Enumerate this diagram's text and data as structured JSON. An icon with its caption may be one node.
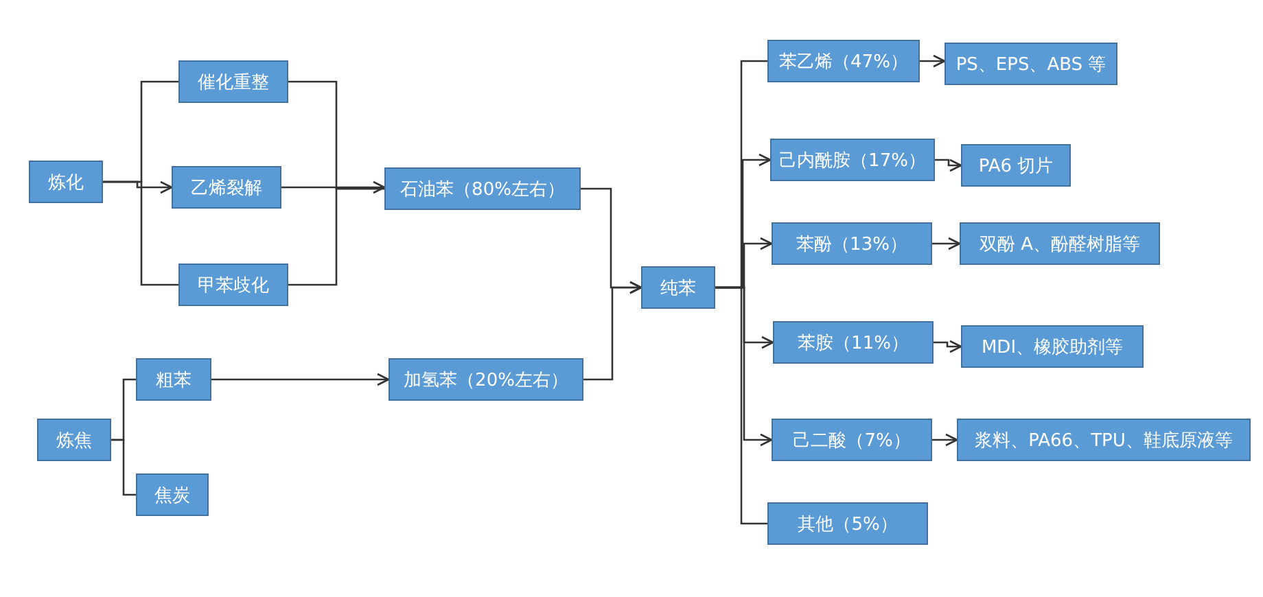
{
  "diagram": {
    "nodes": [
      {
        "text": [
          "炼化"
        ]
      },
      {
        "text": [
          "催化重整"
        ]
      },
      {
        "text": [
          "乙烯裂解"
        ]
      },
      {
        "text": [
          "甲苯歧化"
        ]
      },
      {
        "text": [
          "石油苯（80%左右）"
        ]
      },
      {
        "text": [
          "粗苯"
        ]
      },
      {
        "text": [
          "炼焦"
        ]
      },
      {
        "text": [
          "焦炭"
        ]
      },
      {
        "text": [
          "加氢苯（20%左右）"
        ]
      },
      {
        "text": [
          "纯苯"
        ]
      },
      {
        "text": [
          "苯乙烯（47%）"
        ]
      },
      {
        "text": [
          "PS、EPS、ABS 等"
        ]
      },
      {
        "text": [
          "己内酰胺（17%）"
        ]
      },
      {
        "text": [
          "PA6 切片"
        ]
      },
      {
        "text": [
          "苯酚（13%）"
        ]
      },
      {
        "text": [
          "双酚 A、酚醛树脂等"
        ]
      },
      {
        "text": [
          "苯胺（11%）"
        ]
      },
      {
        "text": [
          "MDI、橡胶助剂等"
        ]
      },
      {
        "text": [
          "己二酸（7%）"
        ]
      },
      {
        "text": [
          "浆料、PA66、TPU、鞋底原液等"
        ]
      },
      {
        "text": [
          "其他（5%）"
        ]
      }
    ],
    "edges": [
      {
        "from": 0,
        "to": 1,
        "arrow": "none"
      },
      {
        "from": 0,
        "to": 2,
        "arrow": "to"
      },
      {
        "from": 0,
        "to": 3,
        "arrow": "none"
      },
      {
        "from": 1,
        "to": 4,
        "arrow": "none"
      },
      {
        "from": 2,
        "to": 4,
        "arrow": "to"
      },
      {
        "from": 3,
        "to": 4,
        "arrow": "none"
      },
      {
        "from": 6,
        "to": 5,
        "arrow": "none"
      },
      {
        "from": 6,
        "to": 7,
        "arrow": "none"
      },
      {
        "from": 5,
        "to": 8,
        "arrow": "to"
      },
      {
        "from": 4,
        "to": 9,
        "arrow": "to"
      },
      {
        "from": 8,
        "to": 9,
        "arrow": "to"
      },
      {
        "from": 9,
        "to": 10,
        "arrow": "none"
      },
      {
        "from": 9,
        "to": 12,
        "arrow": "to"
      },
      {
        "from": 9,
        "to": 14,
        "arrow": "to"
      },
      {
        "from": 9,
        "to": 16,
        "arrow": "to"
      },
      {
        "from": 9,
        "to": 18,
        "arrow": "to"
      },
      {
        "from": 9,
        "to": 20,
        "arrow": "none"
      },
      {
        "from": 10,
        "to": 11,
        "arrow": "to"
      },
      {
        "from": 12,
        "to": 13,
        "arrow": "to"
      },
      {
        "from": 14,
        "to": 15,
        "arrow": "to"
      },
      {
        "from": 16,
        "to": 17,
        "arrow": "to"
      },
      {
        "from": 18,
        "to": 19,
        "arrow": "to"
      }
    ]
  }
}
